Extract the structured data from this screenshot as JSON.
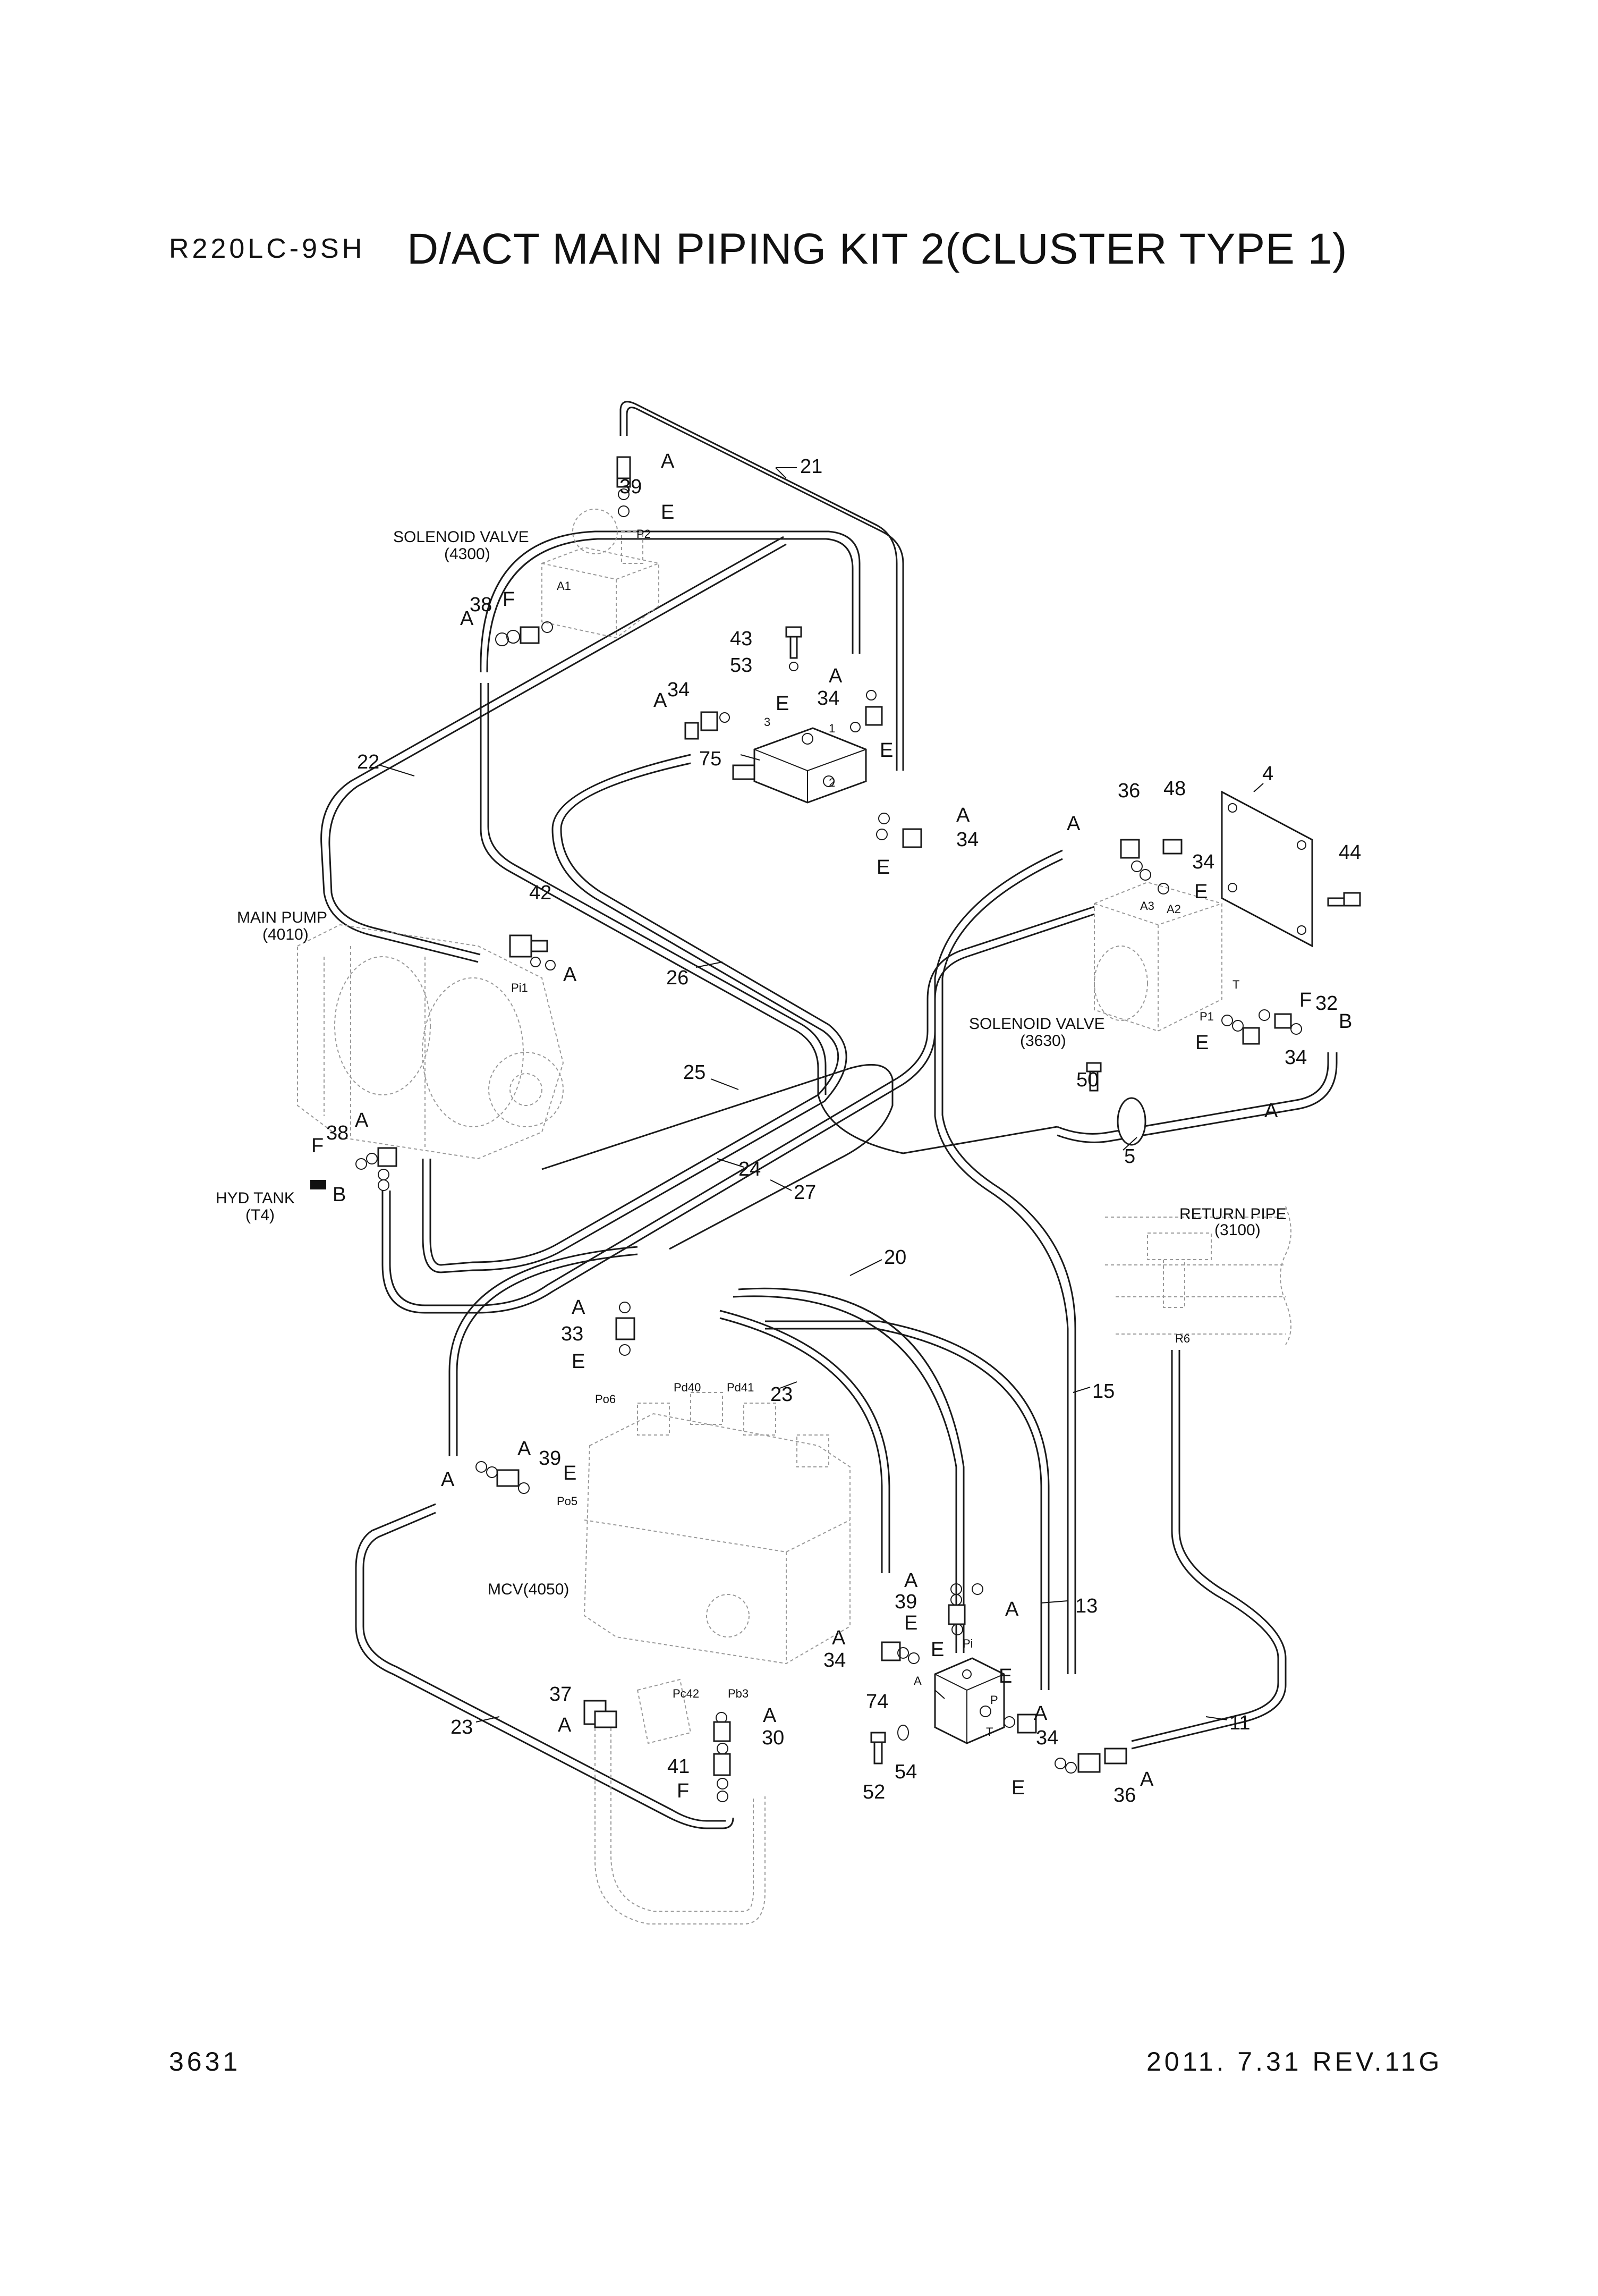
{
  "header": {
    "model": "R220LC-9SH",
    "title": "D/ACT MAIN PIPING KIT 2(CLUSTER TYPE 1)"
  },
  "footer": {
    "page_number": "3631",
    "revision": "2011. 7.31  REV.11G"
  },
  "components": {
    "solenoid_valve_4300": {
      "line1": "SOLENOID VALVE",
      "line2": "(4300)"
    },
    "main_pump": {
      "line1": "MAIN PUMP",
      "line2": "(4010)"
    },
    "solenoid_valve_3630": {
      "line1": "SOLENOID VALVE",
      "line2": "(3630)"
    },
    "hyd_tank": {
      "line1": "HYD TANK",
      "line2": "(T4)"
    },
    "return_pipe": {
      "line1": "RETURN PIPE",
      "line2": "(3100)"
    },
    "mcv": {
      "line1": "MCV(4050)"
    }
  },
  "callouts": {
    "n21": "21",
    "n22": "22",
    "n26": "26",
    "n25": "25",
    "n24": "24",
    "n27": "27",
    "n20": "20",
    "n15": "15",
    "n13": "13",
    "n11": "11",
    "n23a": "23",
    "n23b": "23",
    "n5": "5",
    "n4": "4",
    "n36a": "36",
    "n48": "48",
    "n44": "44",
    "n34a": "34",
    "n32": "32",
    "n34b": "34",
    "n50": "50",
    "n43": "43",
    "n53": "53",
    "n34c": "34",
    "n34d": "34",
    "n75": "75",
    "n34e": "34",
    "n38a": "38",
    "n39a": "39",
    "n42": "42",
    "n38b": "38",
    "n33": "33",
    "n39b": "39",
    "n39c": "39",
    "n34f": "34",
    "n74": "74",
    "n34g": "34",
    "n36b": "36",
    "n52": "52",
    "n54": "54",
    "n37": "37",
    "n30": "30",
    "n41": "41"
  },
  "letters": {
    "A1": "A",
    "E1": "E",
    "F1": "F",
    "A2": "A",
    "A3": "A",
    "E2": "E",
    "A4": "A",
    "E3": "E",
    "E4": "E",
    "A5": "A",
    "A6": "A",
    "A7": "A",
    "E5": "E",
    "F2": "F",
    "B1": "B",
    "E6": "E",
    "A8": "A",
    "A9": "A",
    "F3": "F",
    "B2": "B",
    "A10": "A",
    "E7": "E",
    "A11": "A",
    "A12": "A",
    "E8": "E",
    "A13": "A",
    "E9": "E",
    "A14": "A",
    "A15": "A",
    "E10": "E",
    "E11": "E",
    "A16": "A",
    "E12": "E",
    "A17": "A",
    "A18": "A",
    "F4": "F",
    "A19": "A"
  },
  "ports": {
    "P2": "P2",
    "A1": "A1",
    "p1": "1",
    "p2": "2",
    "p3": "3",
    "Pi1": "Pi1",
    "A3": "A3",
    "A2": "A2",
    "T": "T",
    "P1": "P1",
    "R6": "R6",
    "Pd40": "Pd40",
    "Pd41": "Pd41",
    "Po6": "Po6",
    "Po5": "Po5",
    "Pi": "Pi",
    "P": "P",
    "A": "A",
    "Tb": "T",
    "Pc42": "Pc42",
    "Pb3": "Pb3"
  }
}
